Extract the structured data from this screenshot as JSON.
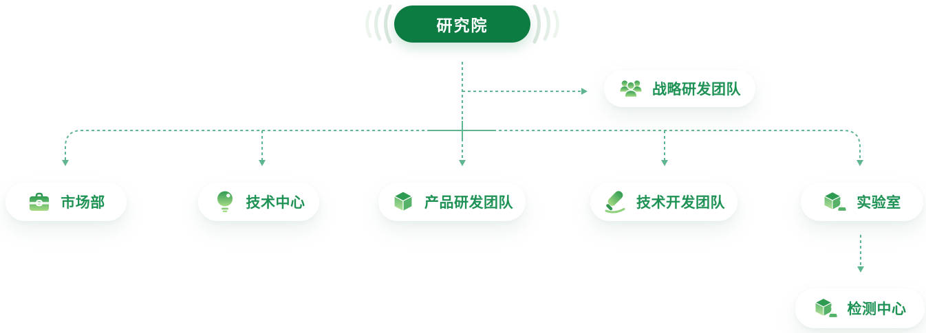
{
  "org_chart": {
    "root": {
      "label": "研究院"
    },
    "strategy": {
      "label": "战略研发团队",
      "icon": "team-icon"
    },
    "departments": [
      {
        "label": "市场部",
        "icon": "briefcase-icon"
      },
      {
        "label": "技术中心",
        "icon": "lightbulb-icon"
      },
      {
        "label": "产品研发团队",
        "icon": "cube-icon"
      },
      {
        "label": "技术开发团队",
        "icon": "stamp-tool-icon"
      },
      {
        "label": "实验室",
        "icon": "cube-flask-icon"
      }
    ],
    "lab_sub": {
      "label": "检测中心",
      "icon": "cube-flask-icon"
    },
    "colors": {
      "root_pill_bg": "#0C7C43",
      "root_pill_text": "#FFFFFF",
      "node_bg": "#FFFFFF",
      "node_text": "#1E9254",
      "connector": "#5FB58F",
      "icon_gradient_top": "#2F9B52",
      "icon_gradient_bottom": "#A6DB86",
      "wave_arc": "#DFEBE3"
    }
  }
}
